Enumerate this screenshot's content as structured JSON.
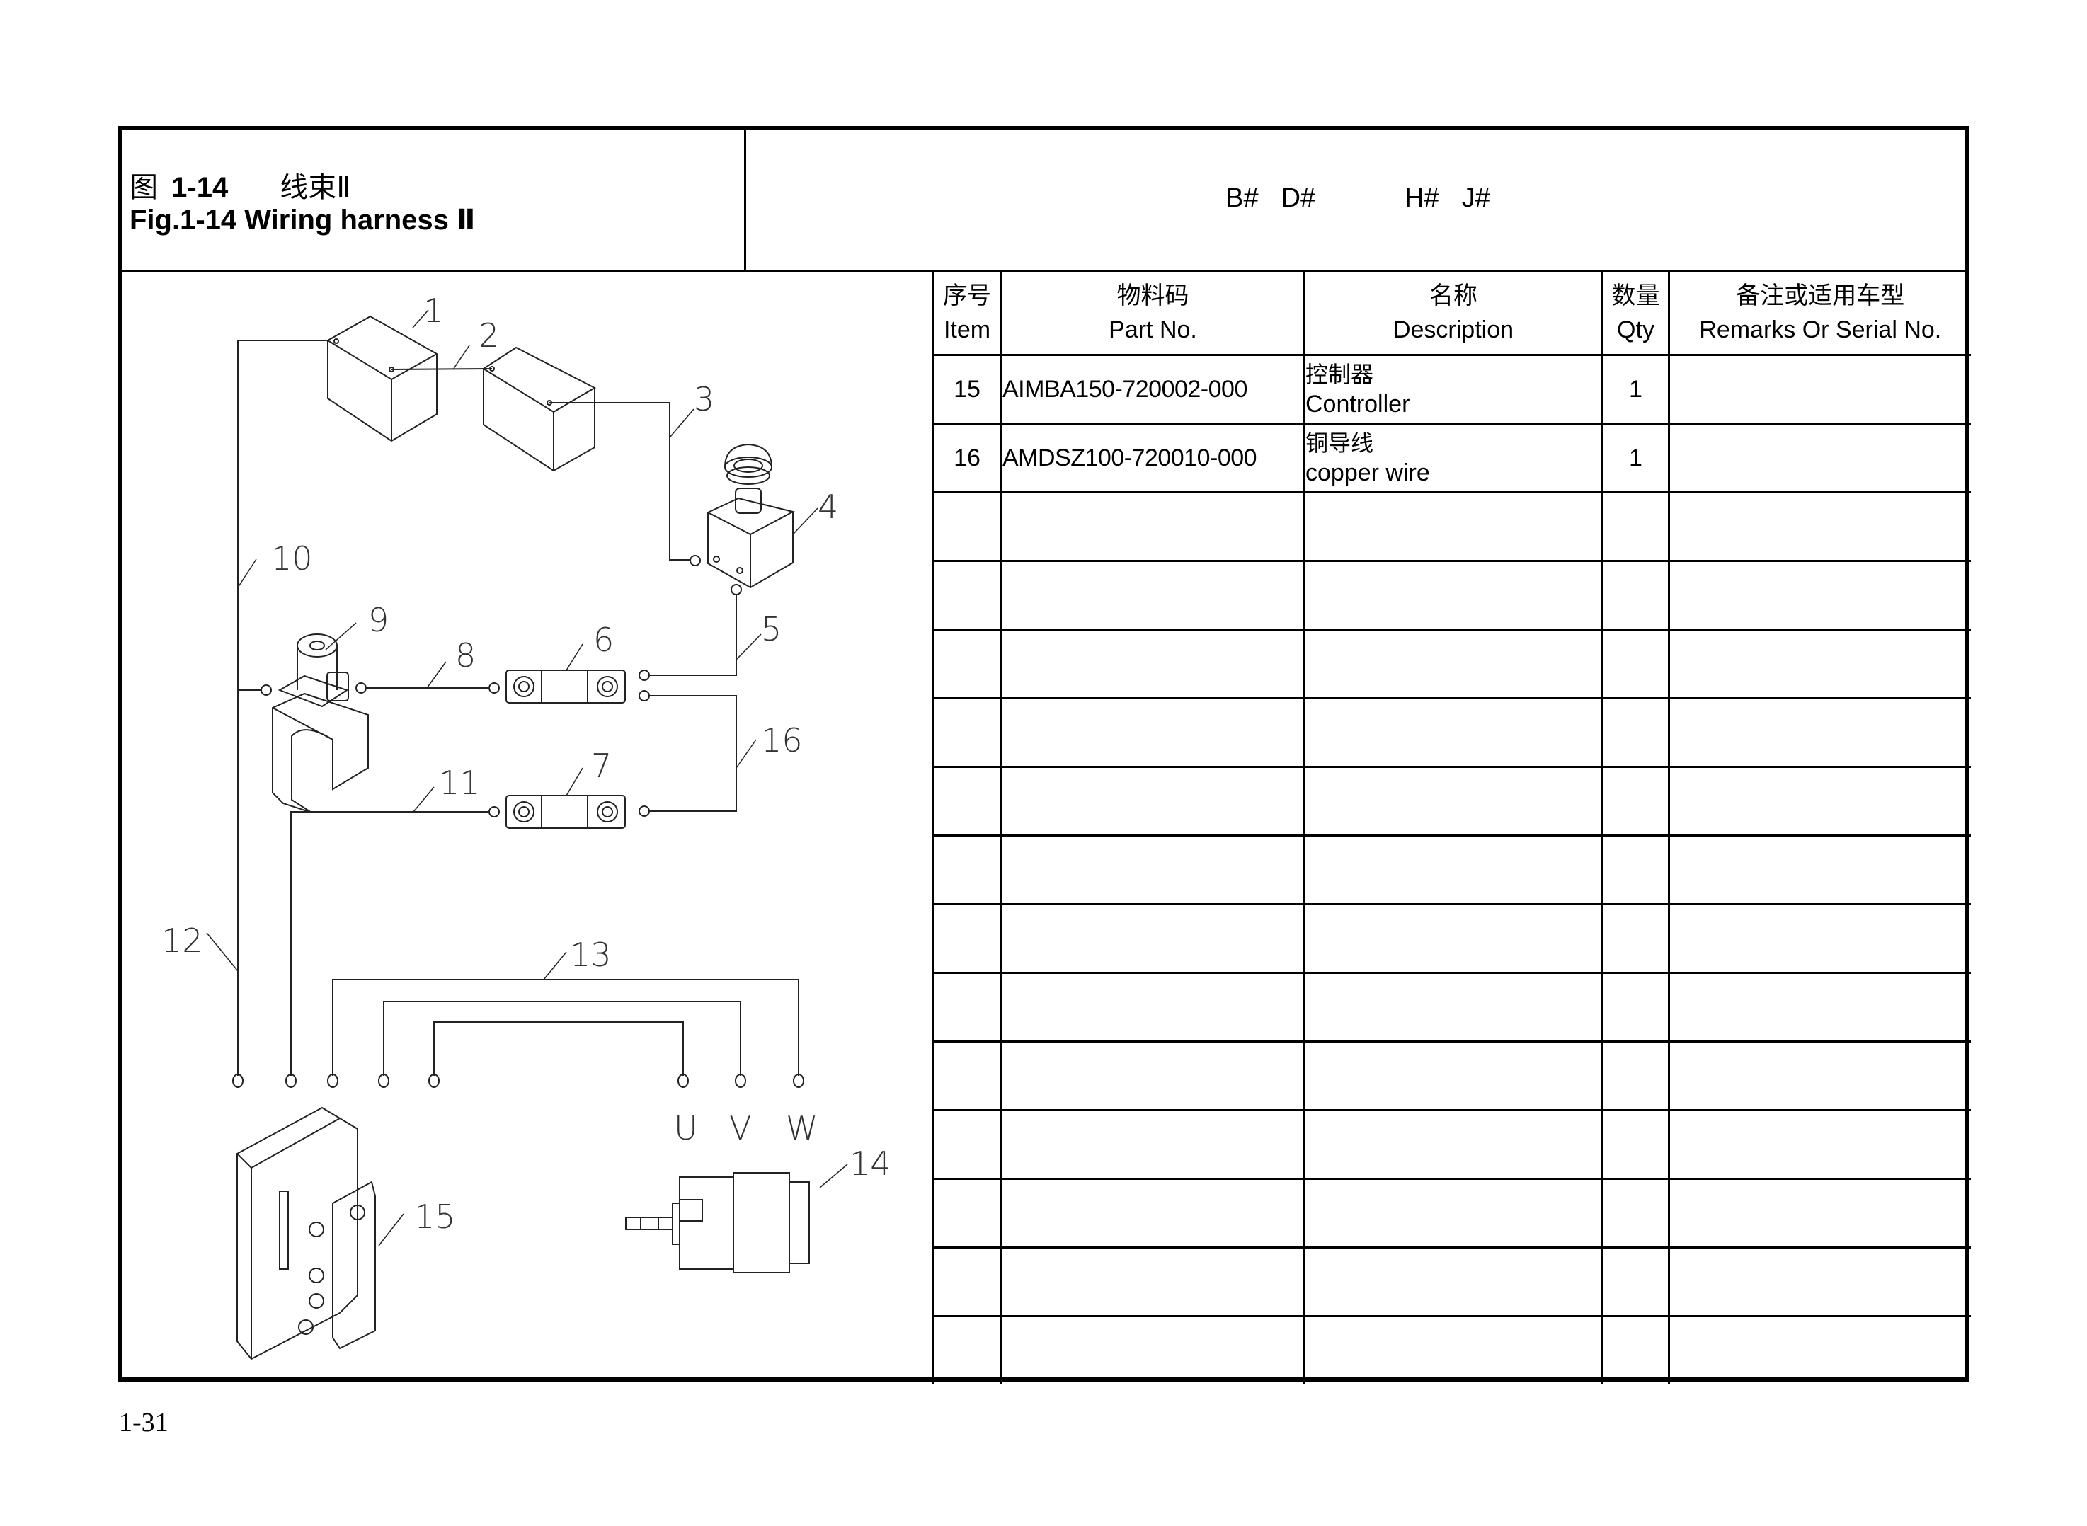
{
  "figure": {
    "cn_prefix": "图",
    "number": "1-14",
    "cn_title": "线束Ⅱ",
    "en_prefix": "Fig.1-14",
    "en_title": "Wiring harness Ⅱ"
  },
  "models": [
    "B#",
    "D#",
    "H#",
    "J#"
  ],
  "table": {
    "headers": [
      {
        "cn": "序号",
        "en": "Item"
      },
      {
        "cn": "物料码",
        "en": "Part No."
      },
      {
        "cn": "名称",
        "en": "Description"
      },
      {
        "cn": "数量",
        "en": "Qty"
      },
      {
        "cn": "备注或适用车型",
        "en": "Remarks Or Serial No."
      }
    ],
    "rows": [
      {
        "item": "15",
        "part_no": "AIMBA150-720002-000",
        "desc_cn": "控制器",
        "desc_en": "Controller",
        "qty": "1",
        "remarks": ""
      },
      {
        "item": "16",
        "part_no": "AMDSZ100-720010-000",
        "desc_cn": "铜导线",
        "desc_en": "copper wire",
        "qty": "1",
        "remarks": ""
      }
    ],
    "empty_rows": 13
  },
  "diagram": {
    "callouts": [
      "1",
      "2",
      "3",
      "4",
      "5",
      "6",
      "7",
      "8",
      "9",
      "10",
      "11",
      "12",
      "13",
      "14",
      "15",
      "16"
    ],
    "phase_labels": [
      "U",
      "V",
      "W"
    ]
  },
  "page_number": "1-31"
}
